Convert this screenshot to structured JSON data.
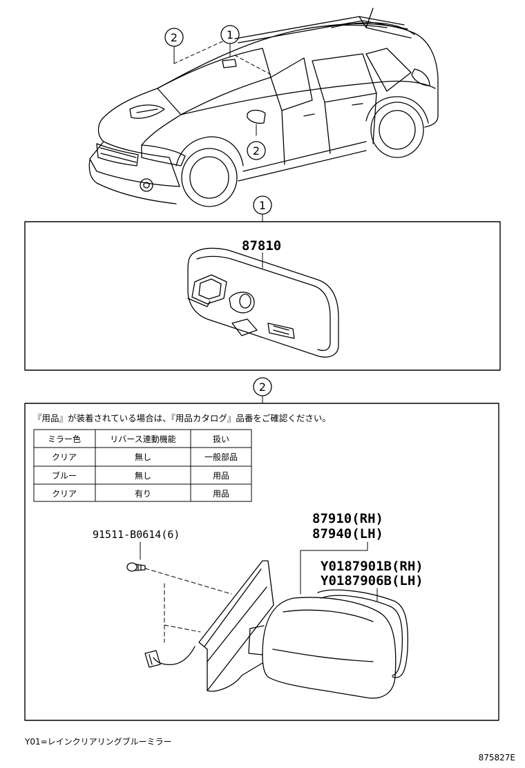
{
  "callouts": {
    "roof_left": "2",
    "roof_right": "1",
    "door_mirror": "2",
    "box1": "1",
    "box2": "2"
  },
  "box1": {
    "part_number": "87810"
  },
  "box2": {
    "note": "『用品』が装着されている場合は、『用品カタログ』品番をご確認ください。",
    "table": {
      "headers": [
        "ミラー色",
        "リバース連動機能",
        "扱い"
      ],
      "rows": [
        [
          "クリア",
          "無し",
          "一般部品"
        ],
        [
          "ブルー",
          "無し",
          "用品"
        ],
        [
          "クリア",
          "有り",
          "用品"
        ]
      ]
    },
    "bolt_part": "91511-B0614(6)",
    "mirror_rh": "87910(RH)",
    "mirror_lh": "87940(LH)",
    "accessory_rh": "Y0187901B(RH)",
    "accessory_lh": "Y0187906B(LH)"
  },
  "footnote": "Y01=レインクリアリングブルーミラー",
  "figure_code": "875827E"
}
